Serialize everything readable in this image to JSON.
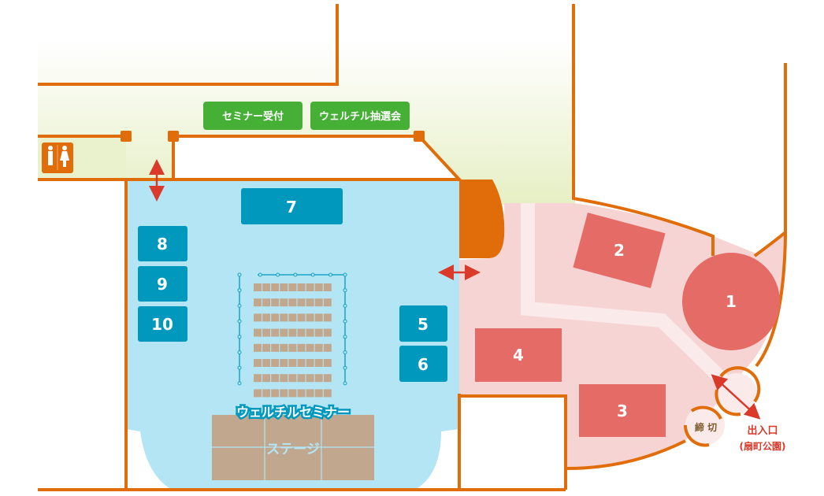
{
  "colors": {
    "wall": "#e06c0a",
    "hall": "#b3e5f5",
    "booth_blue": "#0099bd",
    "booth_red": "#e56b66",
    "zone_pink": "#f7d4d4",
    "path": "#fbeaea",
    "green": "#45b035",
    "stage": "#c0a78e",
    "arrow": "#d93a2a"
  },
  "signs": {
    "reception": "セミナー受付",
    "lottery": "ウェルチル抽選会"
  },
  "restroom": {
    "icon": "restroom-icon"
  },
  "blue_booths": [
    "7",
    "8",
    "9",
    "10",
    "5",
    "6"
  ],
  "red_booths": [
    "1",
    "2",
    "3",
    "4"
  ],
  "seminar": {
    "title": "ウェルチルセミナー",
    "stage": "ステージ",
    "rows": 8,
    "seats_per_row": 9
  },
  "closed": "締 切",
  "entrance": {
    "label": "出入口",
    "sub": "(扇町公園)"
  }
}
